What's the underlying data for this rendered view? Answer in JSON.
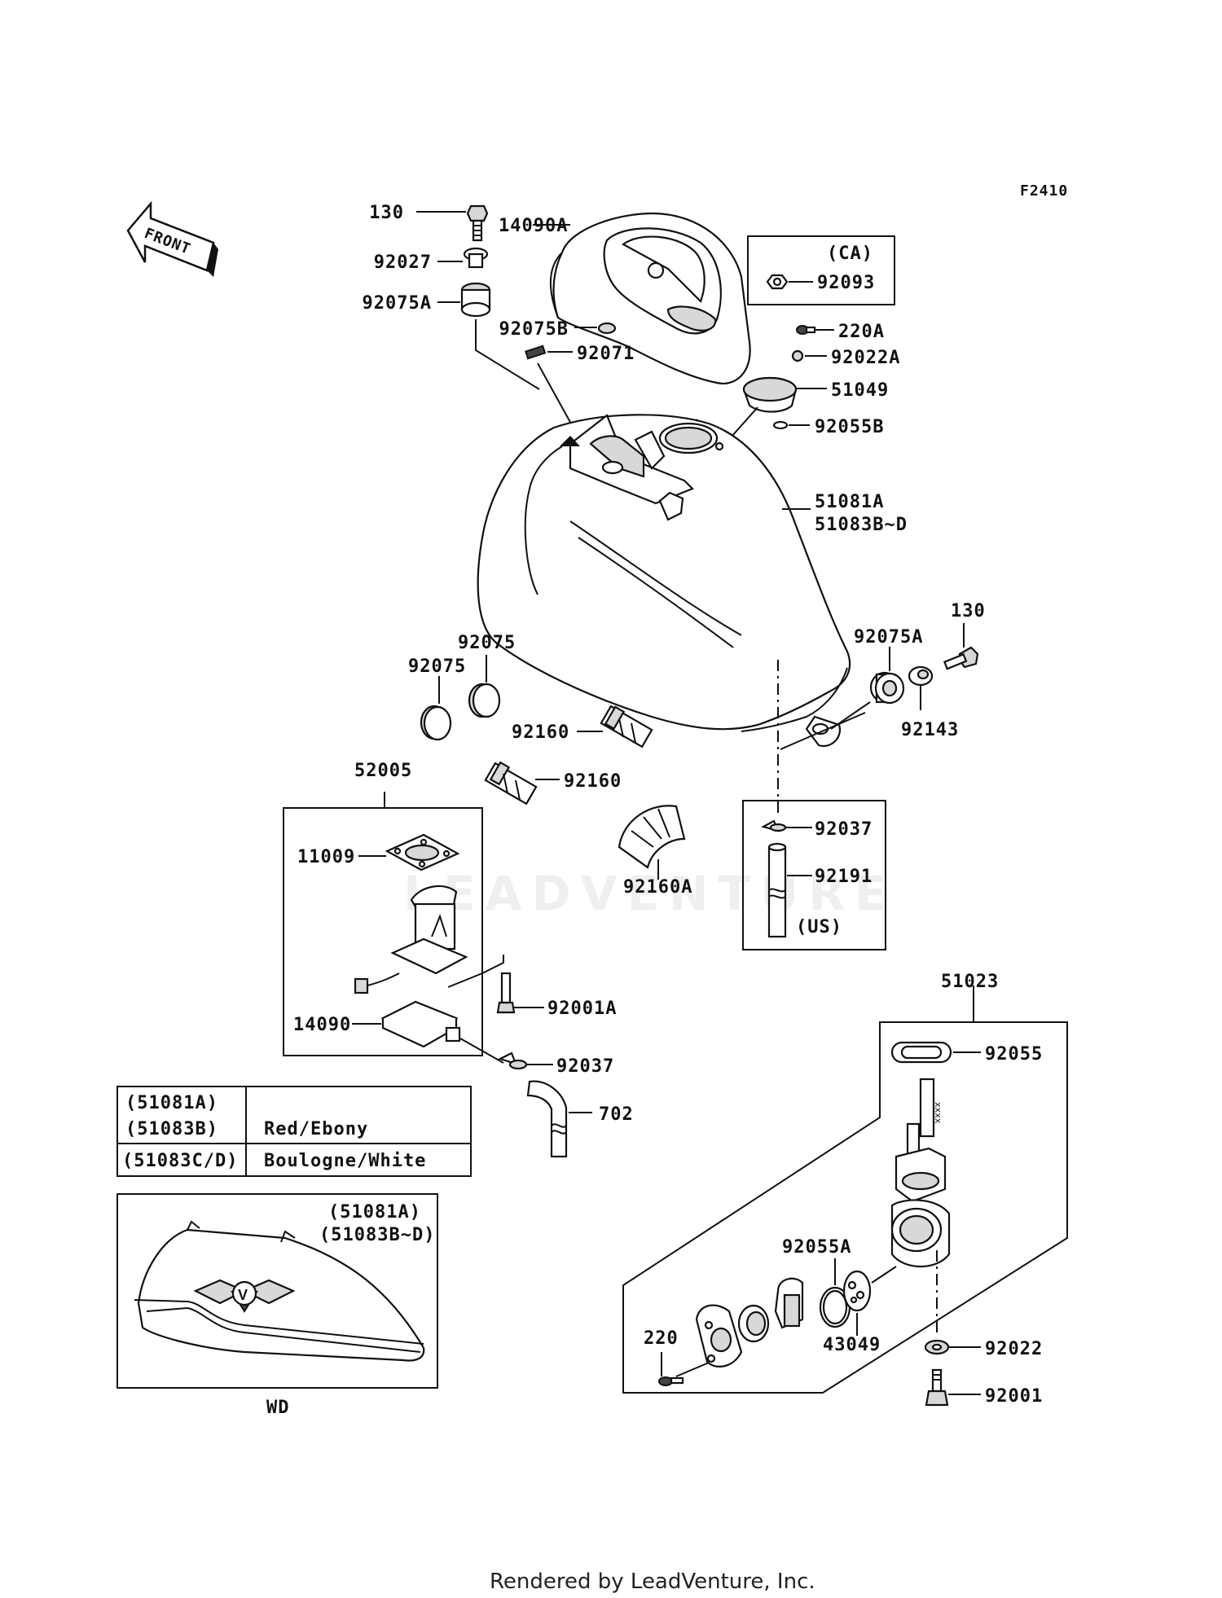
{
  "diagram_code": "F2410",
  "front_arrow_label": "FRONT",
  "watermark": "LEADVENTURE",
  "footer": "Rendered by LeadVenture, Inc.",
  "callouts": {
    "c130a": "130",
    "c14090A": "14090A",
    "c92027": "92027",
    "c92075A_top": "92075A",
    "c92075B": "92075B",
    "c92071": "92071",
    "c92093": "92093",
    "c220A": "220A",
    "c92022A": "92022A",
    "c51049": "51049",
    "c92055B": "92055B",
    "c51081A": "51081A",
    "c51083BD": "51083B~D",
    "c130b": "130",
    "c92075A_right": "92075A",
    "c92143": "92143",
    "c92075_a": "92075",
    "c92075_b": "92075",
    "c92160_a": "92160",
    "c92160_b": "92160",
    "c92160A": "92160A",
    "c52005": "52005",
    "c11009": "11009",
    "c92001A": "92001A",
    "c14090": "14090",
    "c92037_a": "92037",
    "c702": "702",
    "c92037_b": "92037",
    "c92191": "92191",
    "c51023": "51023",
    "c92055": "92055",
    "c92055A": "92055A",
    "c43049": "43049",
    "c220": "220",
    "c92022": "92022",
    "c92001": "92001"
  },
  "ca_box_label": "(CA)",
  "us_box_label": "(US)",
  "color_table": {
    "rows": [
      {
        "code_1": "(51081A)",
        "code_2": "(51083B)",
        "color": "Red/Ebony"
      },
      {
        "code_1": "(51083C/D)",
        "code_2": "",
        "color": "Boulogne/White"
      }
    ]
  },
  "wd_box": {
    "code_1": "(51081A)",
    "code_2": "(51083B~D)",
    "caption": "WD"
  }
}
